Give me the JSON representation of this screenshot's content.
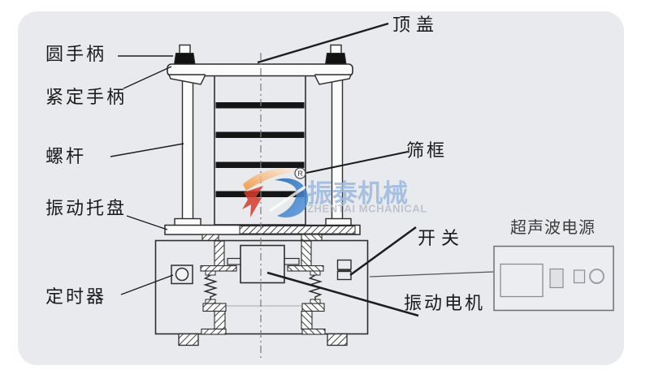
{
  "diagram": {
    "labels": {
      "round_handle": "圆手柄",
      "locking_handle": "紧定手柄",
      "screw_rod": "螺杆",
      "vibration_tray": "振动托盘",
      "timer": "定时器",
      "top_cover": "顶盖",
      "sieve_frame": "筛框",
      "switch": "开关",
      "vibration_motor": "振动电机",
      "ultrasonic_power": "超声波电源"
    },
    "watermark": {
      "brand_cn": "振泰机械",
      "brand_en": "ZHENTAI MCHANICAL",
      "registered": "R"
    },
    "colors": {
      "panel_bg": "#e9eaed",
      "line": "#2d2d2d",
      "band": "#151515",
      "pointer": "#1e1e1e",
      "watermark_blue": "#9cb9de",
      "watermark_gray": "#b9bfca",
      "logo_red": "#d73a2c",
      "logo_blue": "#2a6cc0",
      "logo_orange": "#ef8f35"
    }
  }
}
